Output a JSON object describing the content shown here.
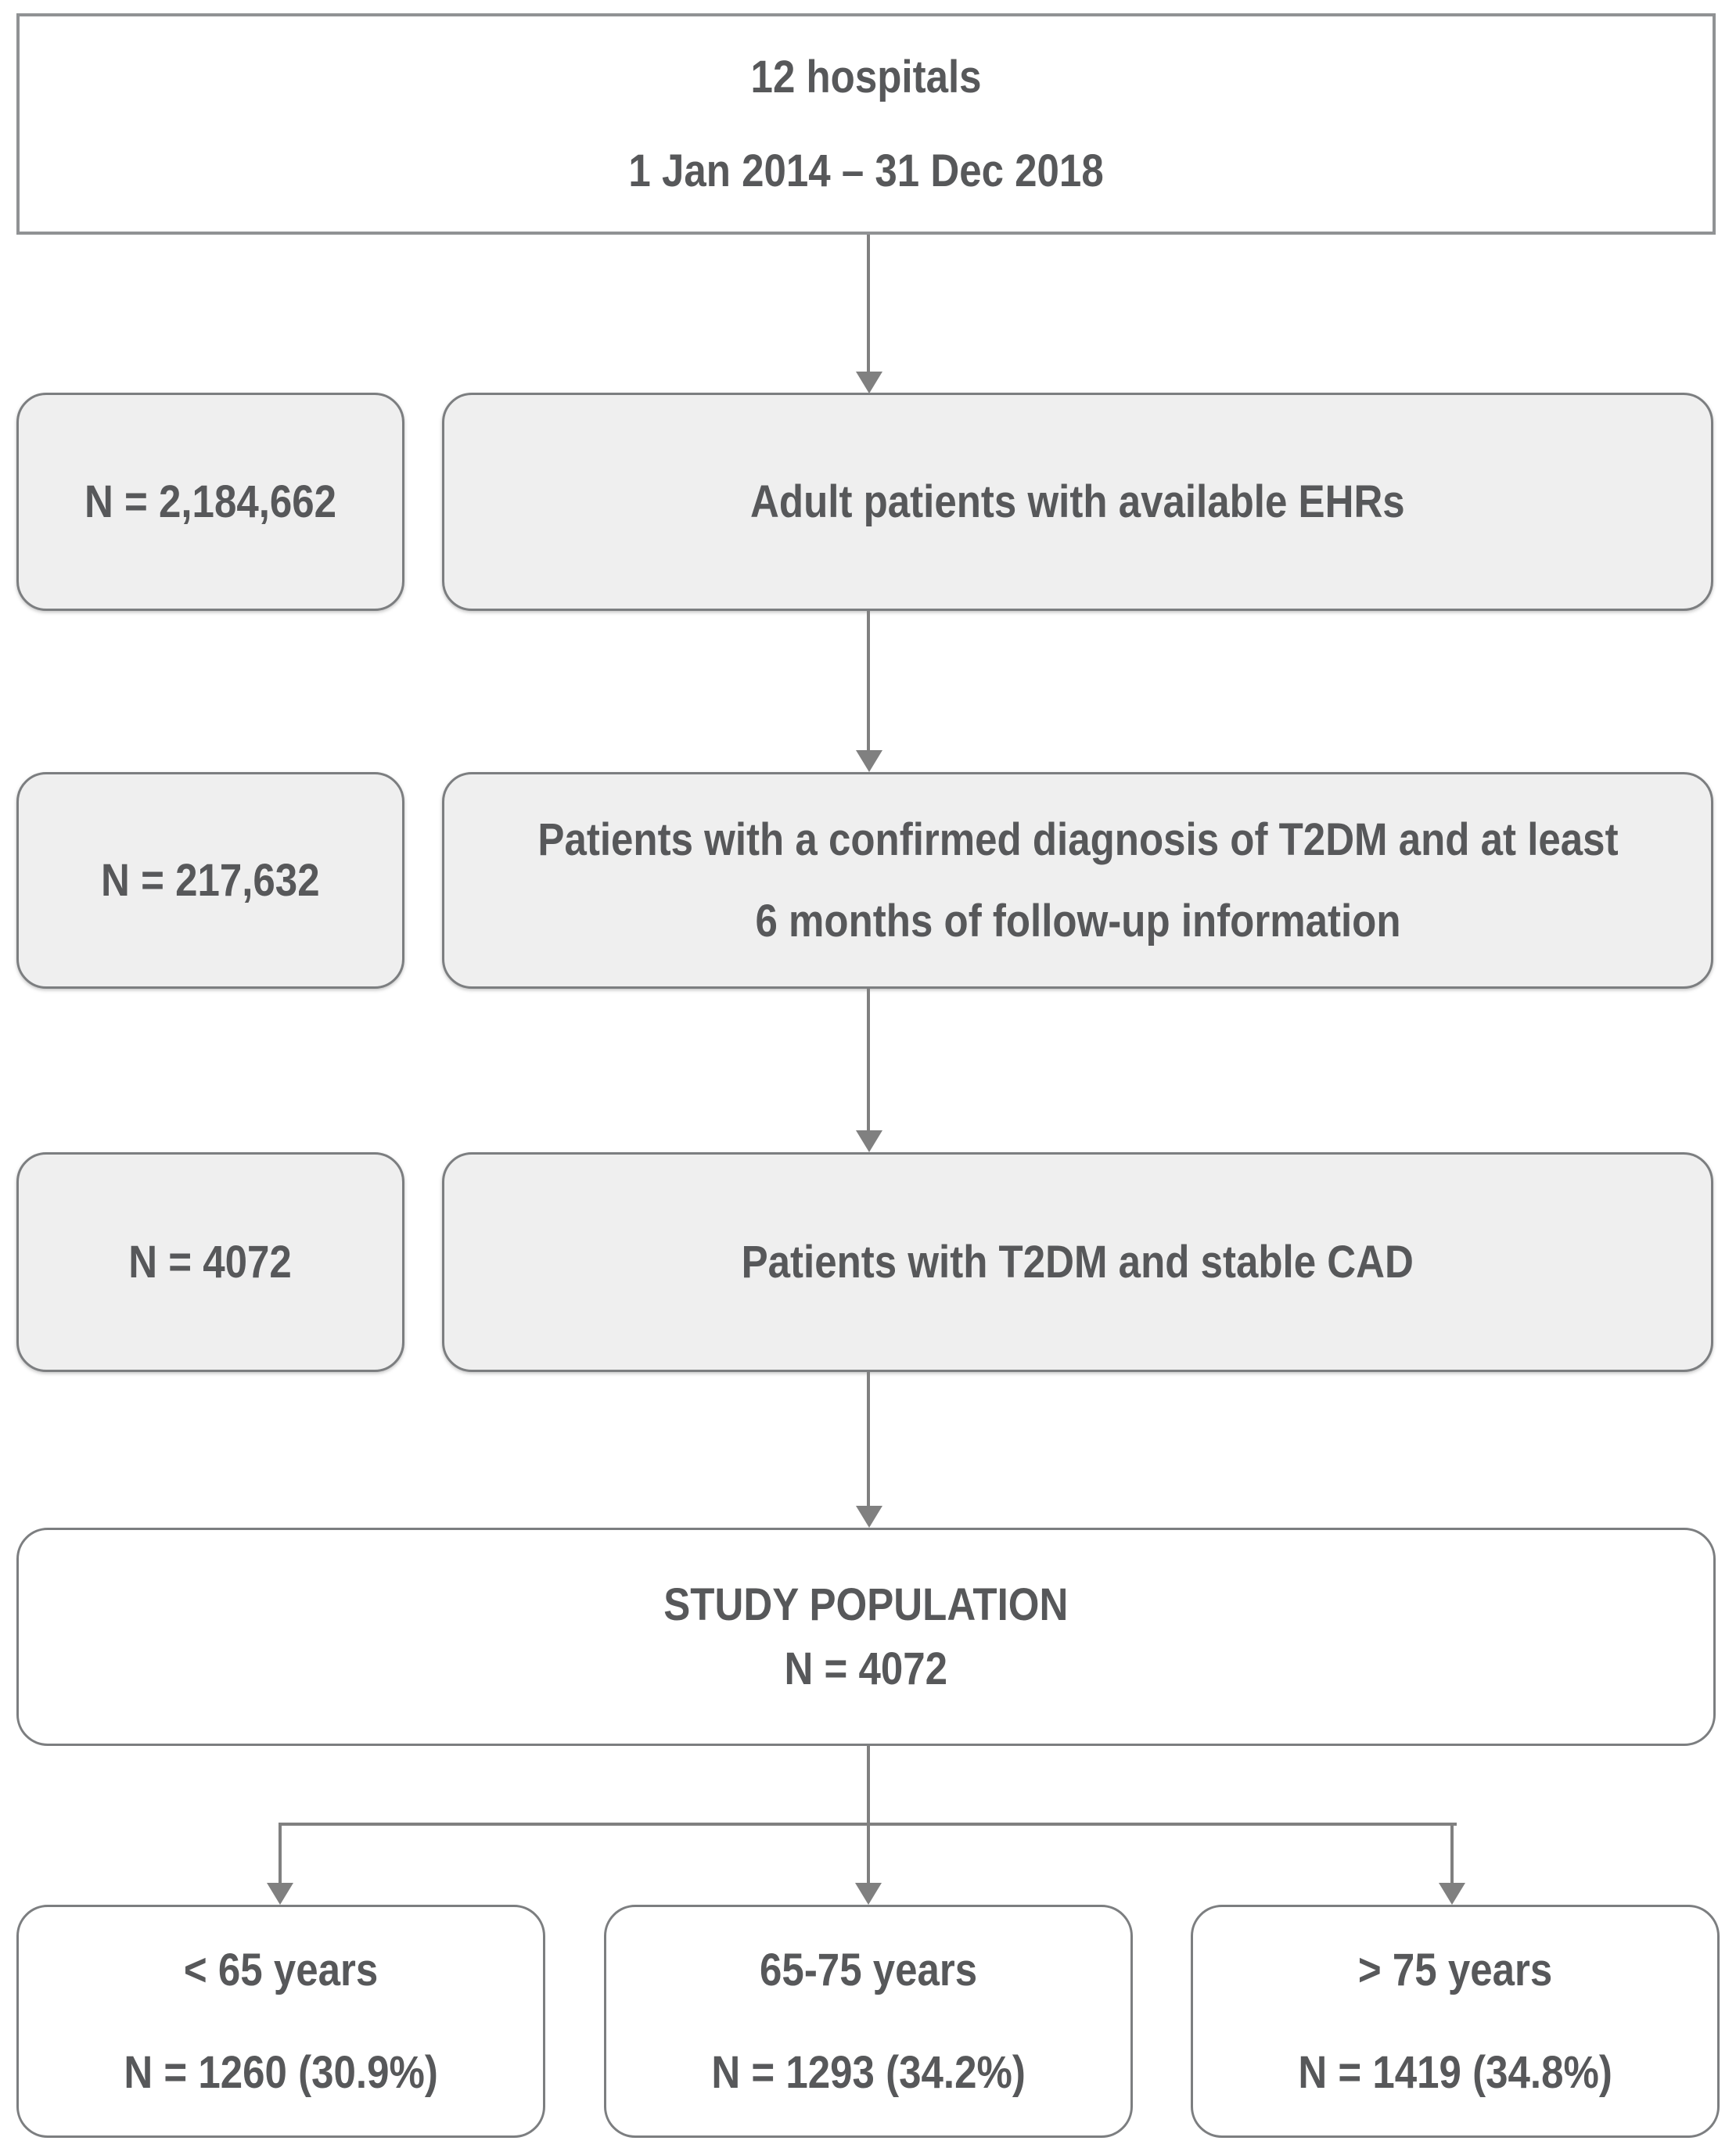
{
  "flowchart": {
    "source": {
      "line1": "12 hospitals",
      "line2": "1 Jan 2014 – 31 Dec 2018"
    },
    "steps": [
      {
        "count": "N = 2,184,662",
        "description": "Adult patients with available EHRs"
      },
      {
        "count": "N = 217,632",
        "description": "Patients with a confirmed diagnosis of T2DM and at least 6 months of follow-up information"
      },
      {
        "count": "N = 4072",
        "description": "Patients with T2DM and stable CAD"
      }
    ],
    "study_population": {
      "title": "STUDY POPULATION",
      "count": "N = 4072"
    },
    "age_groups": [
      {
        "label": "< 65 years",
        "count": "N = 1260 (30.9%)"
      },
      {
        "label": "65-75 years",
        "count": "N = 1293 (34.2%)"
      },
      {
        "label": "> 75 years",
        "count": "N = 1419 (34.8%)"
      }
    ],
    "colors": {
      "box_fill_gray": "#efefef",
      "box_fill_white": "#ffffff",
      "border": "#7c7e80",
      "text": "#57585a",
      "arrow": "#808080"
    }
  }
}
